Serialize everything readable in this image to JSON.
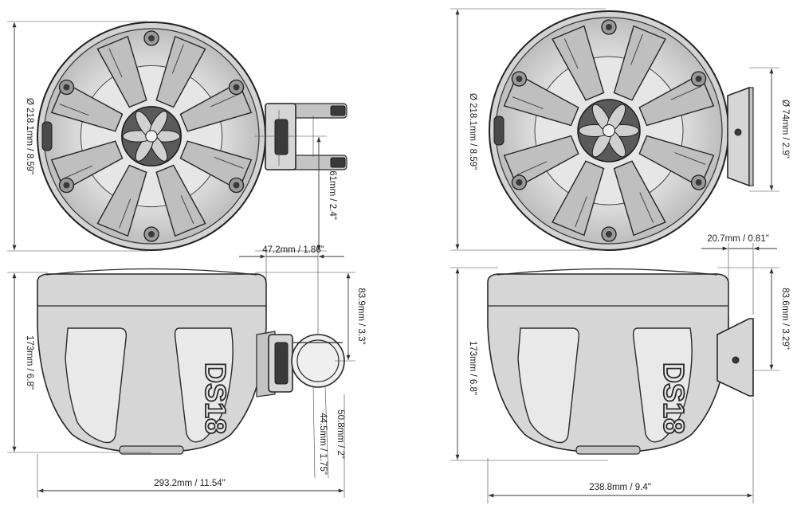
{
  "brand": "DS18",
  "left": {
    "front_diameter": "Ø 218.1mm / 8.59\"",
    "mount_offset": "61mm / 2.4\"",
    "clamp_width": "47.2mm / 1.86\"",
    "side_top_height": "83.9mm / 3.3\"",
    "side_height": "173mm / 6.8\"",
    "tube_large": "50.8mm / 2\"",
    "tube_small": "44.5mm / 1.75\"",
    "total_depth": "293.2mm / 11.54\""
  },
  "right": {
    "front_diameter": "Ø 218.1mm / 8.59\"",
    "mount_diameter": "Ø 74mm / 2.9\"",
    "mount_depth": "20.7mm / 0.81\"",
    "side_top_height": "83.6mm / 3.29\"",
    "side_height": "173mm / 6.8\"",
    "total_depth": "238.8mm / 9.4\""
  }
}
